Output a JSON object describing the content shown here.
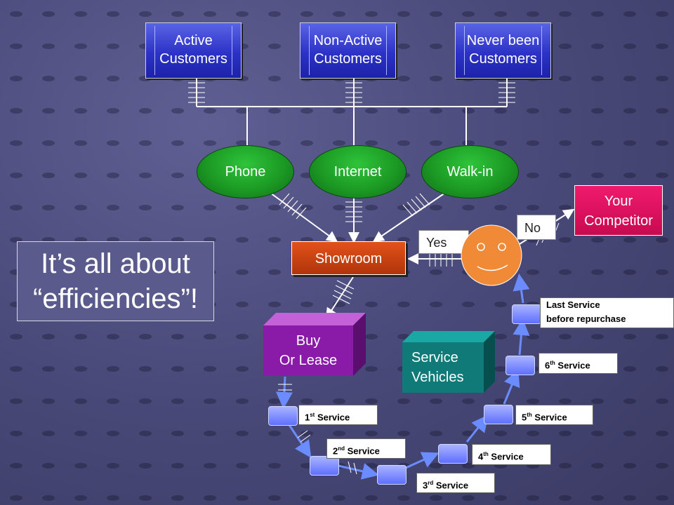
{
  "customers": {
    "active": [
      "Active",
      "Customers"
    ],
    "non_active": [
      "Non-Active",
      "Customers"
    ],
    "never": [
      "Never been",
      "Customers"
    ]
  },
  "channels": {
    "phone": "Phone",
    "internet": "Internet",
    "walkin": "Walk-in"
  },
  "showroom": "Showroom",
  "buy_or_lease": [
    "Buy",
    "Or Lease"
  ],
  "service_vehicles": [
    "Service",
    "Vehicles"
  ],
  "competitor": [
    "Your",
    "Competitor"
  ],
  "yes": "Yes",
  "no": "No",
  "headline": [
    "It’s all about",
    "“efficiencies”!"
  ],
  "services": {
    "s1": {
      "num": "1",
      "sup": "st",
      "text": " Service"
    },
    "s2": {
      "num": "2",
      "sup": "nd",
      "text": " Service"
    },
    "s3": {
      "num": "3",
      "sup": "rd",
      "text": "  Service"
    },
    "s4": {
      "num": "4",
      "sup": "th",
      "text": " Service"
    },
    "s5": {
      "num": "5",
      "sup": "th",
      "text": " Service"
    },
    "s6": {
      "num": "6",
      "sup": "th",
      "text": " Service"
    },
    "last": [
      "Last Service",
      "before repurchase"
    ]
  },
  "colors": {
    "customer_box": "#2c32c6",
    "channel_oval": "#1c9a24",
    "showroom": "#c43e0e",
    "buy_box": "#8a1aa8",
    "service_box": "#0f7a78",
    "competitor": "#d8105c",
    "face": "#f08a36",
    "arrow": "#5b7dff"
  }
}
